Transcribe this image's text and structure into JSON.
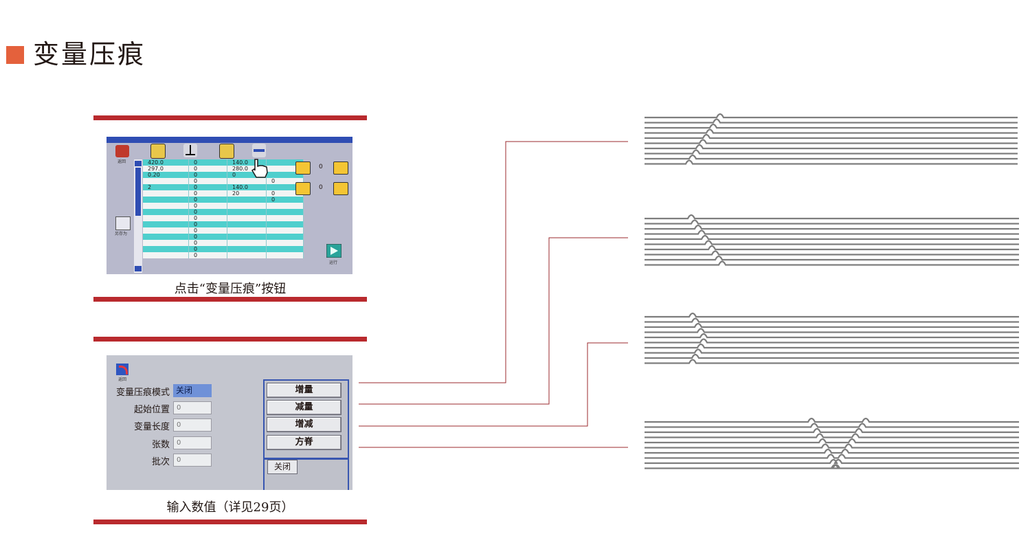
{
  "page": {
    "title": "变量压痕",
    "accent_color": "#e4613c",
    "frame_color": "#b92a2e"
  },
  "screen1": {
    "caption": "点击“变量压痕”按钮",
    "return_label": "返回",
    "save_as_label": "另存为",
    "run_label": "运行",
    "side_counter_1": "0",
    "side_counter_2": "0",
    "table_rows": [
      [
        "420.0",
        "0",
        "140.0",
        ""
      ],
      [
        "297.0",
        "0",
        "280.0",
        ""
      ],
      [
        "0.20",
        "0",
        "0",
        ""
      ],
      [
        "",
        "0",
        "",
        "0"
      ],
      [
        "2",
        "0",
        "140.0",
        ""
      ],
      [
        "",
        "0",
        "20",
        "0"
      ],
      [
        "",
        "0",
        "",
        "0"
      ],
      [
        "",
        "0",
        "",
        ""
      ],
      [
        "",
        "0",
        "",
        ""
      ],
      [
        "",
        "0",
        "",
        ""
      ],
      [
        "",
        "0",
        "",
        ""
      ],
      [
        "",
        "0",
        "",
        ""
      ],
      [
        "",
        "0",
        "",
        ""
      ],
      [
        "",
        "0",
        "",
        ""
      ],
      [
        "",
        "0",
        "",
        ""
      ],
      [
        "",
        "0",
        "",
        ""
      ]
    ]
  },
  "screen2": {
    "caption": "输入数值（详见29页）",
    "return_label": "返回",
    "mode_label": "变量压痕模式",
    "mode_value": "关闭",
    "fields": [
      {
        "label": "起始位置",
        "value": "0"
      },
      {
        "label": "变量长度",
        "value": "0"
      },
      {
        "label": "张数",
        "value": "0"
      },
      {
        "label": "批次",
        "value": "0"
      }
    ],
    "buttons": [
      "增量",
      "减量",
      "增减",
      "方脊"
    ],
    "close_label": "关闭"
  },
  "diagrams": [
    {
      "pattern": "increase",
      "lines": 10,
      "shift_dir": "right-to-left-downward"
    },
    {
      "pattern": "decrease",
      "lines": 10
    },
    {
      "pattern": "increase-decrease",
      "lines": 10
    },
    {
      "pattern": "square-ridge",
      "lines": 10
    }
  ]
}
